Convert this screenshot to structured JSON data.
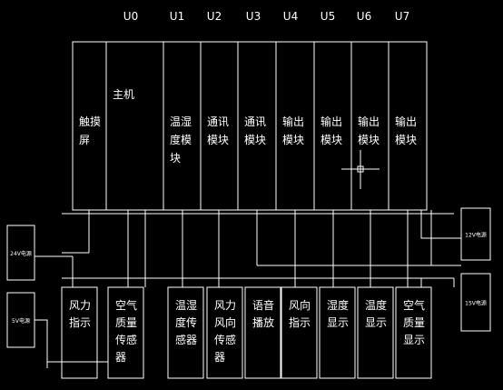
{
  "unit_labels": [
    "U0",
    "U1",
    "U2",
    "U3",
    "U4",
    "U5",
    "U6",
    "U7"
  ],
  "top_modules": [
    {
      "id": "touch-screen",
      "label": "触摸屏"
    },
    {
      "id": "main-controller",
      "label": "主机"
    },
    {
      "id": "temp-humidity-module",
      "label": "温湿度模块"
    },
    {
      "id": "comm-module-1",
      "label": "通讯模块"
    },
    {
      "id": "comm-module-2",
      "label": "通讯模块"
    },
    {
      "id": "output-module-1",
      "label": "输出模块"
    },
    {
      "id": "output-module-2",
      "label": "输出模块"
    },
    {
      "id": "output-module-3",
      "label": "输出模块"
    },
    {
      "id": "output-module-4",
      "label": "输出模块"
    }
  ],
  "bottom_devices": [
    {
      "id": "wind-indicator",
      "label": "风力指示"
    },
    {
      "id": "air-quality-sensor",
      "label": "空气质量传感器"
    },
    {
      "id": "temp-humidity-sensor",
      "label": "温湿度传感器"
    },
    {
      "id": "wind-speed-direction-sensor",
      "label": "风力风向传感器"
    },
    {
      "id": "voice-player",
      "label": "语音播放"
    },
    {
      "id": "wind-direction-indicator",
      "label": "风向指示"
    },
    {
      "id": "humidity-display",
      "label": "湿度显示"
    },
    {
      "id": "temperature-display",
      "label": "温度显示"
    },
    {
      "id": "air-quality-display",
      "label": "空气质量显示"
    }
  ],
  "power_supplies": [
    {
      "id": "psu-24v",
      "label": "24V电源"
    },
    {
      "id": "psu-5v",
      "label": "5V电源"
    },
    {
      "id": "psu-12v",
      "label": "12V电源"
    },
    {
      "id": "psu-15v",
      "label": "15V电源"
    }
  ],
  "colors": {
    "background": "#000000",
    "line": "#ffffff",
    "text": "#ffffff"
  }
}
